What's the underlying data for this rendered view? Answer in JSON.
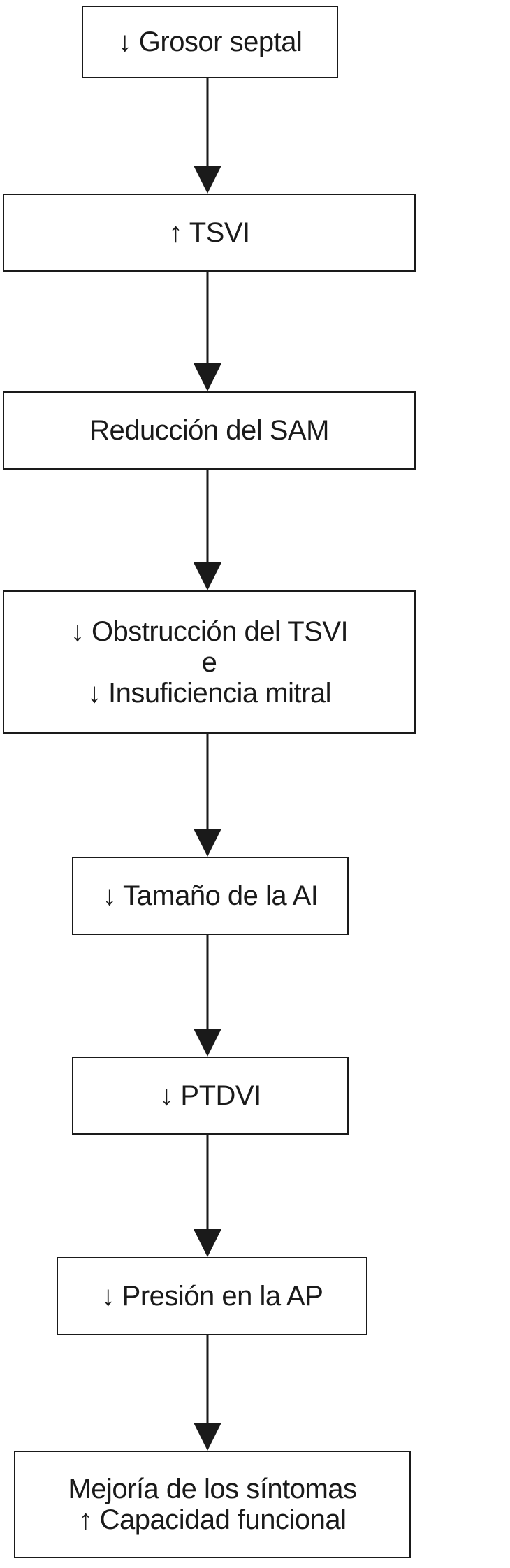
{
  "diagram": {
    "steps": [
      {
        "lines": [
          "↓ Grosor septal"
        ]
      },
      {
        "lines": [
          "↑ TSVI"
        ]
      },
      {
        "lines": [
          "Reducción del SAM"
        ]
      },
      {
        "lines": [
          "↓ Obstrucción del TSVI",
          "e",
          "↓ Insuficiencia mitral"
        ]
      },
      {
        "lines": [
          "↓ Tamaño de la AI"
        ]
      },
      {
        "lines": [
          "↓ PTDVI"
        ]
      },
      {
        "lines": [
          "↓ Presión en la AP"
        ]
      },
      {
        "lines": [
          "Mejoría de los síntomas",
          "↑ Capacidad funcional"
        ]
      }
    ],
    "colors": {
      "stroke": "#1a1a1a",
      "background": "#ffffff"
    }
  }
}
